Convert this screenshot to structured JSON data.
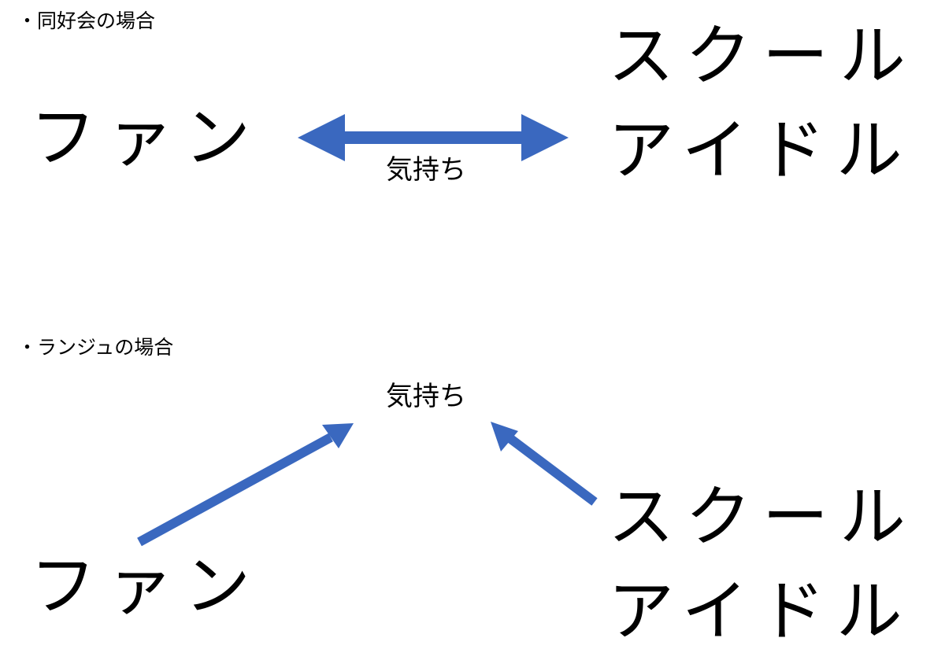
{
  "accent_color": "#3a68bf",
  "section1": {
    "heading": "・同好会の場合",
    "left_label": "ファン",
    "right_label_line1": "スクール",
    "right_label_line2": "アイドル",
    "arrow_label": "気持ち"
  },
  "section2": {
    "heading": "・ランジュの場合",
    "center_label": "気持ち",
    "left_label": "ファン",
    "right_label_line1": "スクール",
    "right_label_line2": "アイドル"
  }
}
